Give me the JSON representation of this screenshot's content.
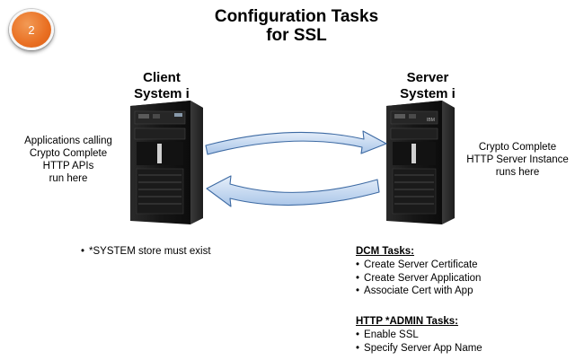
{
  "badge": "2",
  "title": {
    "line1": "Configuration Tasks",
    "line2": "for SSL"
  },
  "client": {
    "heading_line1": "Client",
    "heading_line2": "System i",
    "description": [
      "Applications calling",
      "Crypto Complete",
      "HTTP APIs",
      "run here"
    ],
    "bullet": "*SYSTEM store must exist"
  },
  "server": {
    "heading_line1": "Server",
    "heading_line2": "System i",
    "description": [
      "Crypto Complete",
      "HTTP Server Instance",
      "runs here"
    ],
    "dcm": {
      "heading": "DCM Tasks:",
      "items": [
        "Create Server Certificate",
        "Create Server Application",
        "Associate Cert with App"
      ]
    },
    "http": {
      "heading": "HTTP *ADMIN Tasks:",
      "items": [
        "Enable SSL",
        "Specify Server App Name"
      ]
    }
  },
  "server_logo": "IBM",
  "colors": {
    "badge": "#e96f22",
    "arrow_fill": "#c8dbf2",
    "arrow_stroke": "#3d6aa3",
    "tower": "#1a1a1a"
  }
}
